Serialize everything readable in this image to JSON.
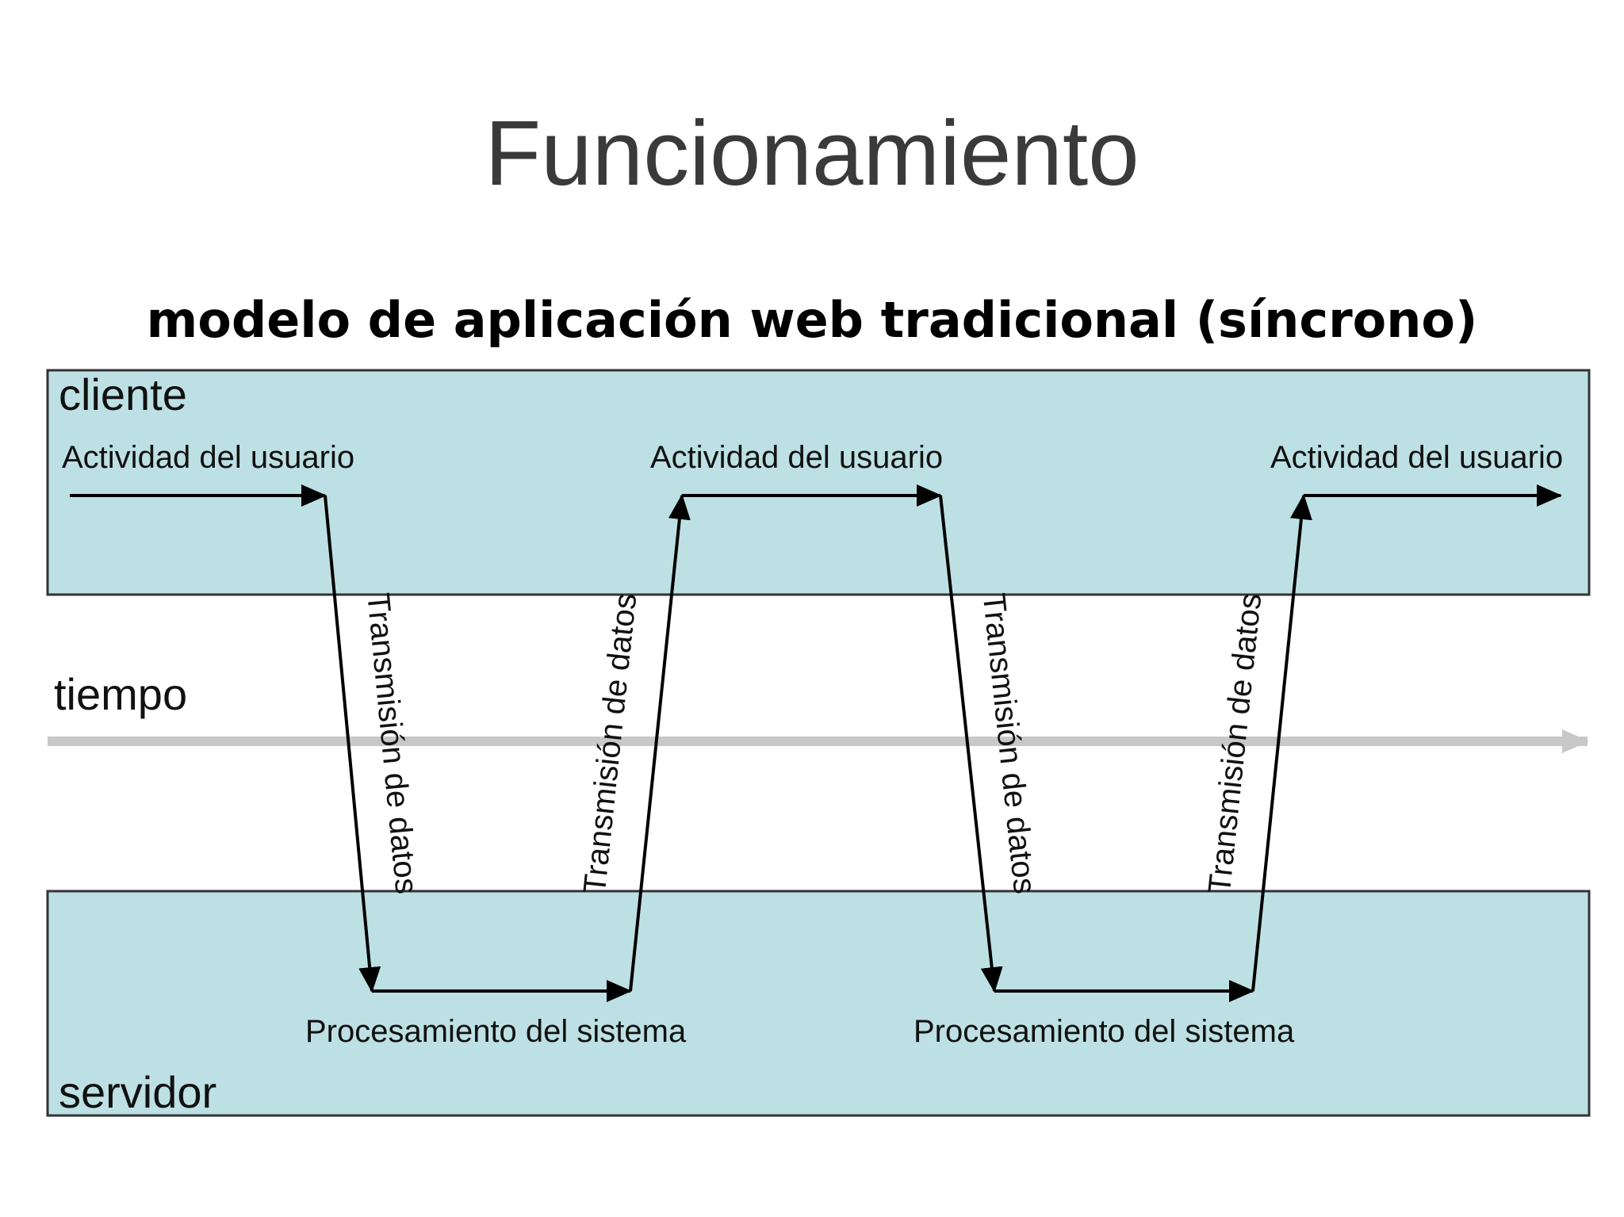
{
  "slide": {
    "title": "Funcionamiento"
  },
  "diagram": {
    "title": "modelo de aplicación web tradicional (síncrono)",
    "lanes": {
      "client": "cliente",
      "time": "tiempo",
      "server": "servidor"
    },
    "user_activity": [
      "Actividad del usuario",
      "Actividad del usuario",
      "Actividad del usuario"
    ],
    "system_processing": [
      "Procesamiento del sistema",
      "Procesamiento del sistema"
    ],
    "transmissions": [
      "Transmisión de datos",
      "Transmisión de datos",
      "Transmisión de datos",
      "Transmisión de datos"
    ],
    "colors": {
      "lane_fill": "#bde0e4",
      "lane_border": "#333333",
      "arrow": "#000000",
      "time_axis": "#c8c8c8"
    }
  }
}
